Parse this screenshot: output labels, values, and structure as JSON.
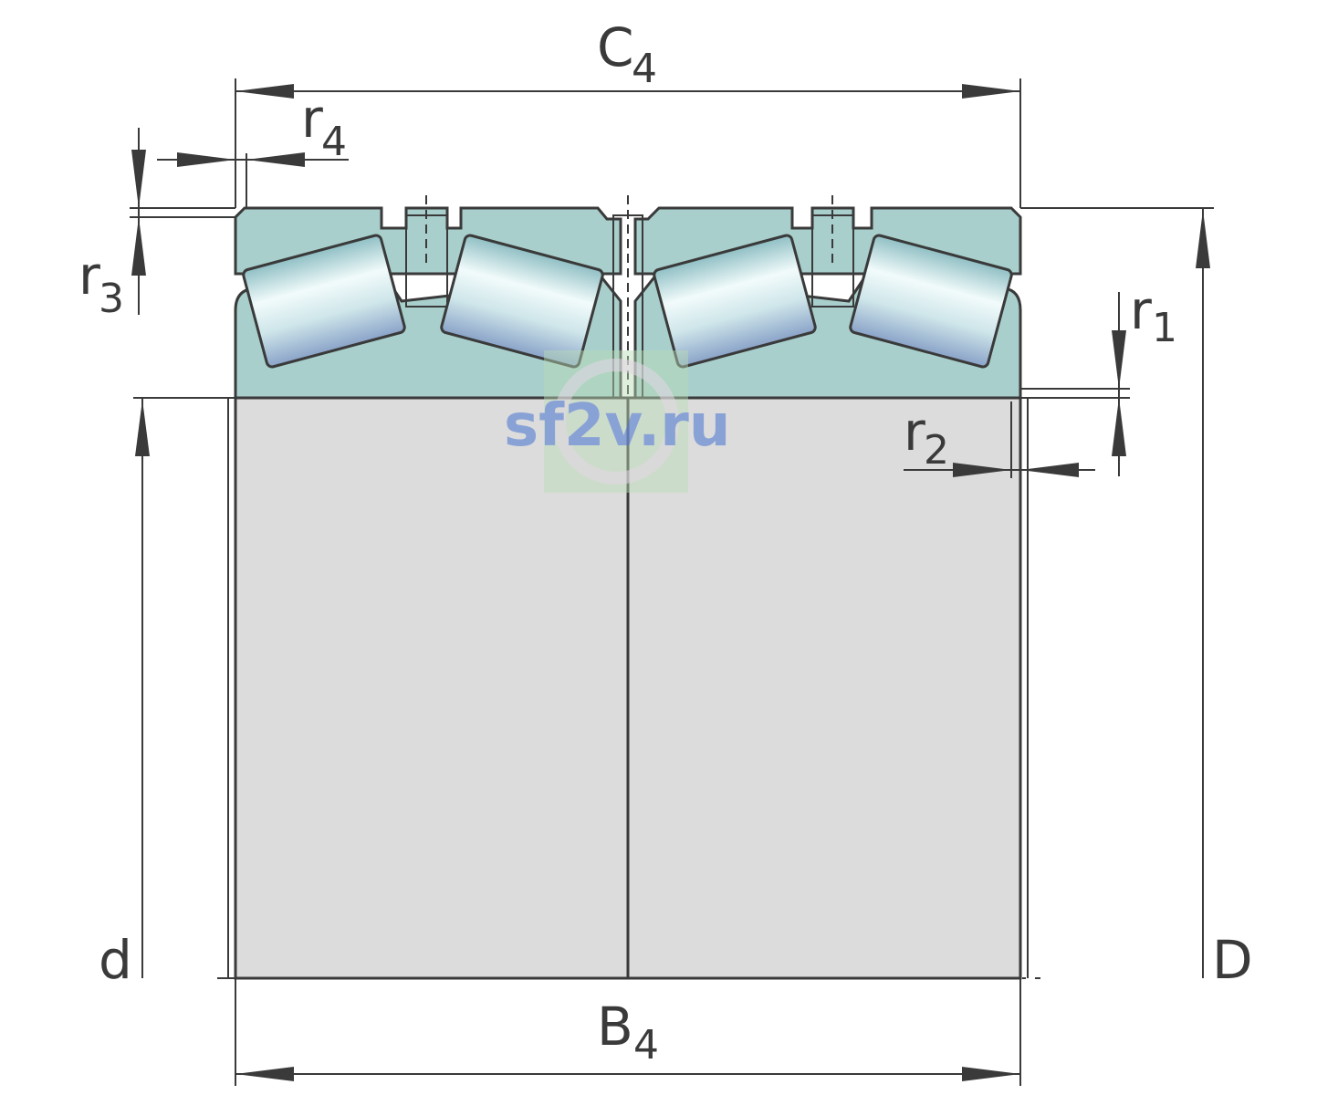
{
  "colors": {
    "ring": "#a8cfcc",
    "bore": "#dcdcdc",
    "line": "#3a3a3a",
    "watermark_text": "#6e8fd4",
    "watermark_bg": "#b9dcb5"
  },
  "labels": {
    "C": "C",
    "C_sub": "4",
    "B": "B",
    "B_sub": "4",
    "r4": "r",
    "r4_sub": "4",
    "r3": "r",
    "r3_sub": "3",
    "r1": "r",
    "r1_sub": "1",
    "r2": "r",
    "r2_sub": "2",
    "d": "d",
    "D": "D"
  },
  "watermark": {
    "text": "sf2v.ru"
  }
}
